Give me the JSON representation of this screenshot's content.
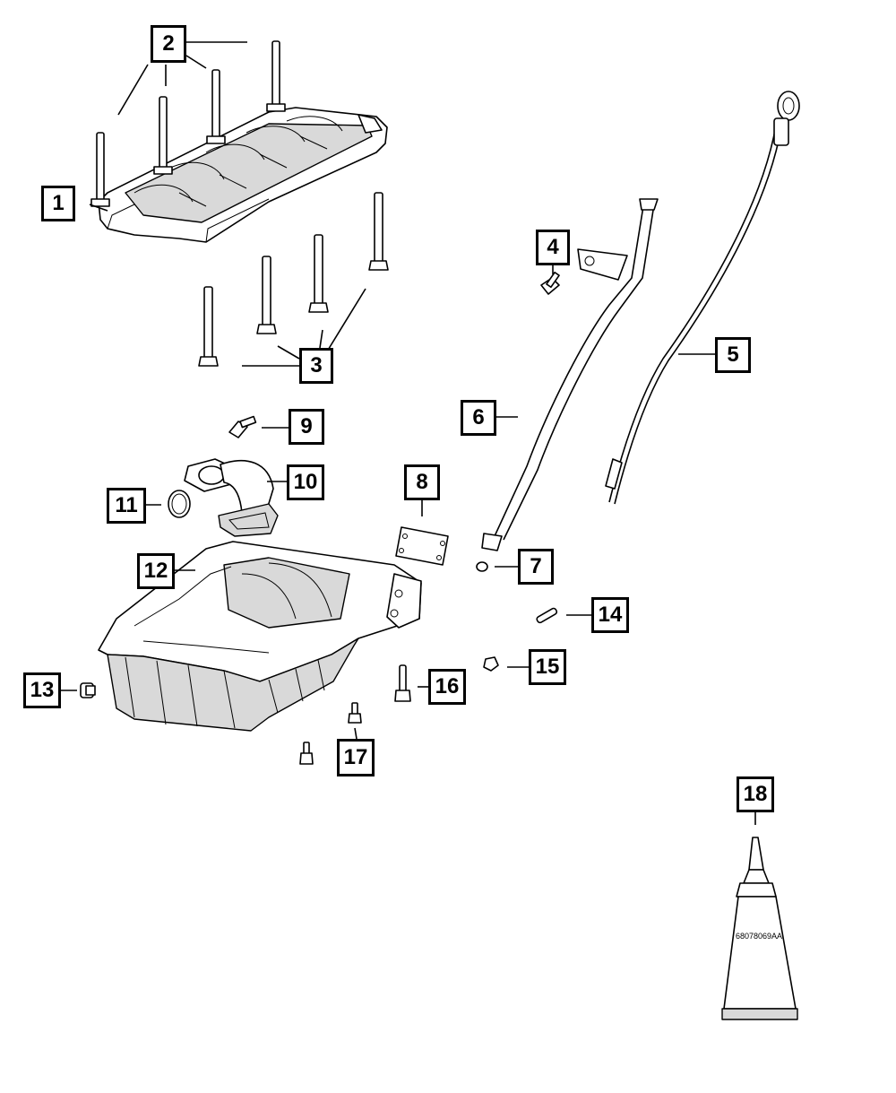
{
  "diagram": {
    "callouts": [
      {
        "id": "1",
        "label": "1"
      },
      {
        "id": "2",
        "label": "2"
      },
      {
        "id": "3",
        "label": "3"
      },
      {
        "id": "4",
        "label": "4"
      },
      {
        "id": "5",
        "label": "5"
      },
      {
        "id": "6",
        "label": "6"
      },
      {
        "id": "7",
        "label": "7"
      },
      {
        "id": "8",
        "label": "8"
      },
      {
        "id": "9",
        "label": "9"
      },
      {
        "id": "10",
        "label": "10"
      },
      {
        "id": "11",
        "label": "11"
      },
      {
        "id": "12",
        "label": "12"
      },
      {
        "id": "13",
        "label": "13"
      },
      {
        "id": "14",
        "label": "14"
      },
      {
        "id": "15",
        "label": "15"
      },
      {
        "id": "16",
        "label": "16"
      },
      {
        "id": "17",
        "label": "17"
      },
      {
        "id": "18",
        "label": "18"
      }
    ],
    "sealant_tube_part_number": "68078069AA"
  }
}
